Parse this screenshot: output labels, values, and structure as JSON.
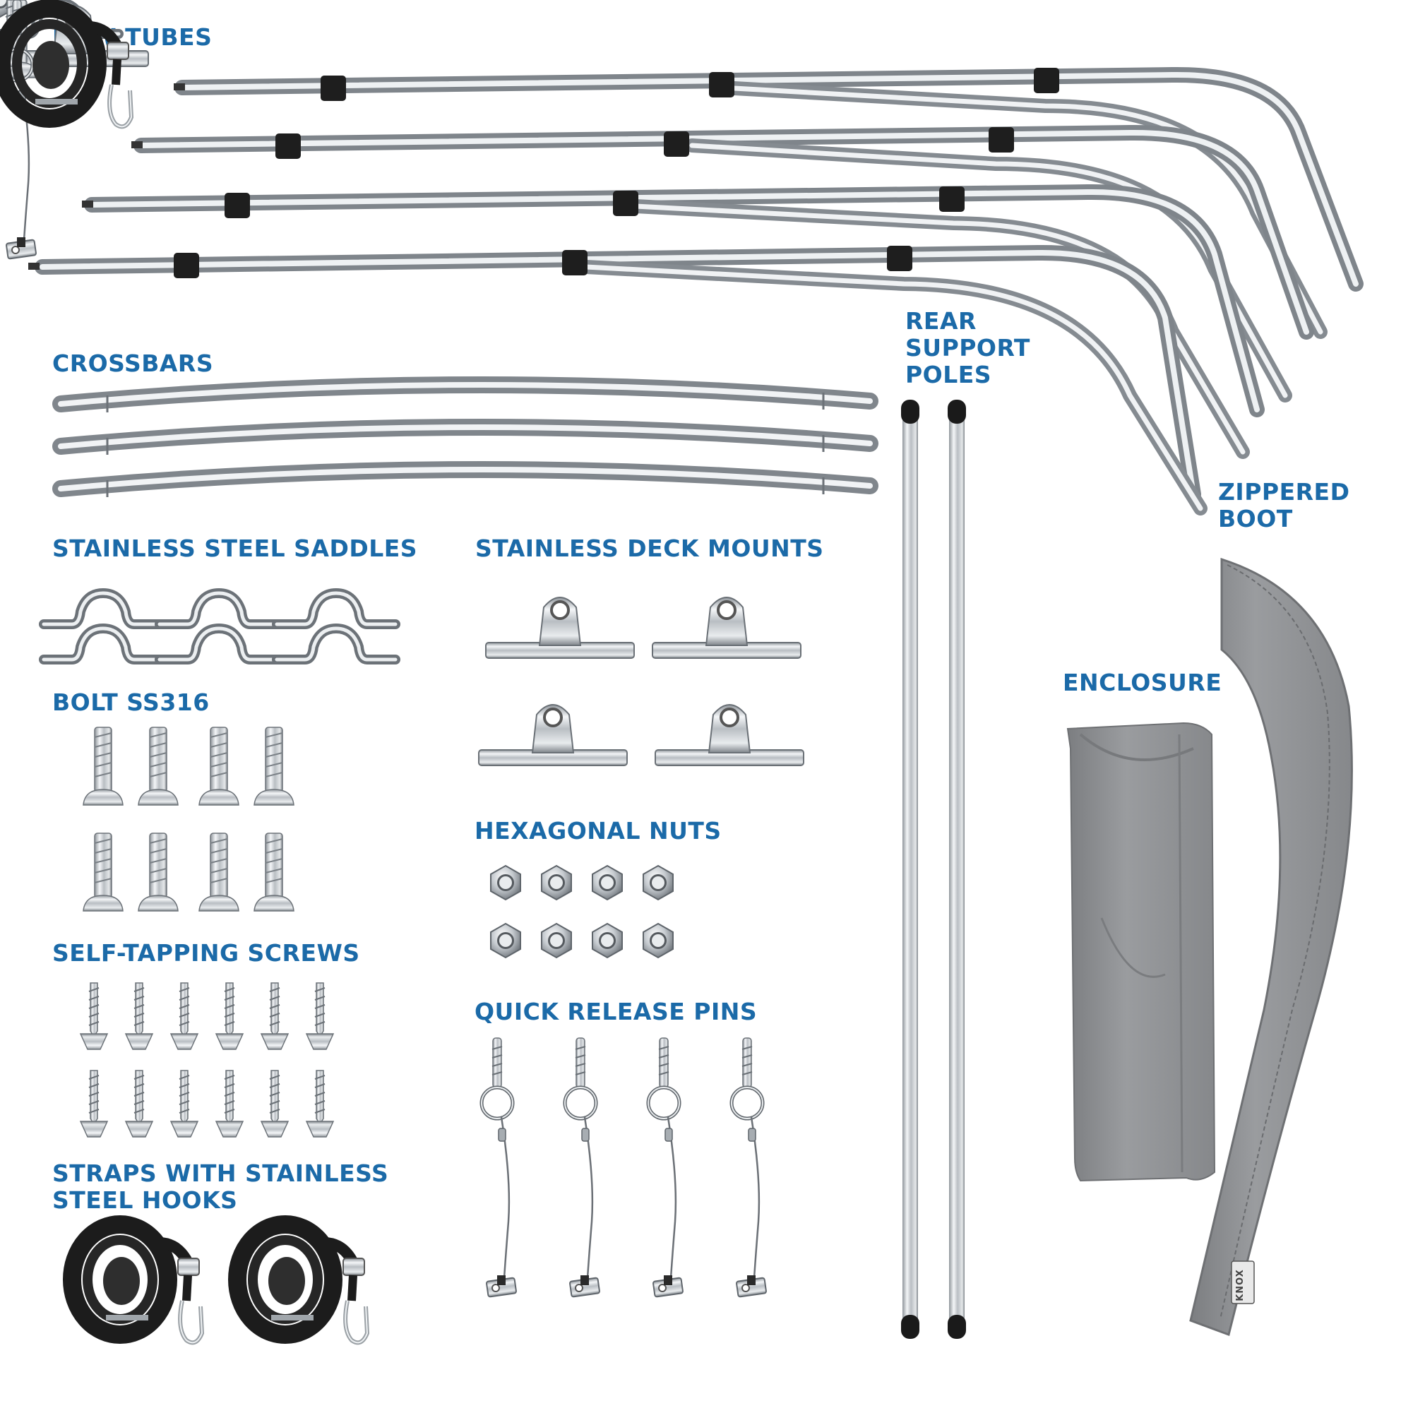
{
  "labels": {
    "bow_tubes": "BOW TUBES",
    "crossbars": "CROSSBARS",
    "rear_line1": "REAR",
    "rear_line2": "SUPPORT",
    "rear_line3": "POLES",
    "zippered_line1": "ZIPPERED",
    "zippered_line2": "BOOT",
    "saddles": "STAINLESS STEEL SADDLES",
    "deck_mounts": "STAINLESS DECK MOUNTS",
    "enclosure": "ENCLOSURE",
    "bolt": "BOLT SS316",
    "hex_nuts": "HEXAGONAL NUTS",
    "self_tapping": "SELF-TAPPING SCREWS",
    "quick_release": "QUICK RELEASE PINS",
    "straps_line1": "STRAPS WITH STAINLESS",
    "straps_line2": "STEEL HOOKS"
  },
  "brand_text": "KNOX",
  "colors": {
    "label": "#1b6aa8",
    "steel": "#c7ccd1",
    "fabric": "#8e9093",
    "strap": "#1c1c1c"
  },
  "icons": [
    "bow-tube-icon",
    "crossbar-icon",
    "support-pole-icon",
    "saddle-icon",
    "deck-mount-icon",
    "bolt-icon",
    "hex-nut-icon",
    "screw-icon",
    "quick-pin-icon",
    "strap-icon",
    "boot-icon",
    "enclosure-bag-icon"
  ]
}
